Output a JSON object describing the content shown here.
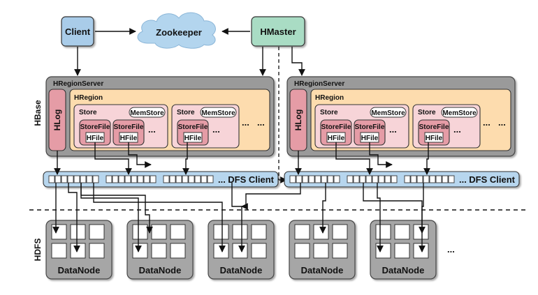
{
  "client": "Client",
  "zookeeper": "Zookeeper",
  "hmaster": "HMaster",
  "hbase": "HBase",
  "hdfs": "HDFS",
  "regionservers": [
    {
      "title": "HRegionServer",
      "hlog": "HLog",
      "region": "HRegion",
      "stores": [
        {
          "store": "Store",
          "memstore": "MemStore",
          "storefiles": [
            {
              "storefile": "StoreFile",
              "hfile": "HFile"
            },
            {
              "storefile": "StoreFile",
              "hfile": "HFile"
            }
          ],
          "more": "..."
        },
        {
          "store": "Store",
          "memstore": "MemStore",
          "storefiles": [
            {
              "storefile": "StoreFile",
              "hfile": "HFile"
            }
          ],
          "more": "..."
        }
      ],
      "more_stores": "...",
      "more_regions": "...",
      "dfs_client": "DFS Client"
    },
    {
      "title": "HRegionServer",
      "hlog": "HLog",
      "region": "HRegion",
      "stores": [
        {
          "store": "Store",
          "memstore": "MemStore",
          "storefiles": [
            {
              "storefile": "StoreFile",
              "hfile": "HFile"
            },
            {
              "storefile": "StoreFile",
              "hfile": "HFile"
            }
          ],
          "more": "..."
        },
        {
          "store": "Store",
          "memstore": "MemStore",
          "storefiles": [
            {
              "storefile": "StoreFile",
              "hfile": "HFile"
            }
          ],
          "more": "..."
        }
      ],
      "more_stores": "...",
      "more_regions": "...",
      "dfs_client": "DFS Client"
    }
  ],
  "datanodes": [
    {
      "label": "DataNode"
    },
    {
      "label": "DataNode"
    },
    {
      "label": "DataNode"
    },
    {
      "label": "DataNode"
    },
    {
      "label": "DataNode"
    }
  ],
  "more_datanodes": "...",
  "colors": {
    "client_fill": "#a9cce9",
    "zookeeper_fill": "#b3d5ee",
    "hmaster_fill": "#a9dcc4",
    "server_fill": "#9a9a9a",
    "region_fill": "#fddcae",
    "store_fill": "#f7d4d8",
    "hlog_fill": "#e59ca6",
    "dfs_fill": "#b7d6ee",
    "datanode_fill": "#a6a6a6"
  }
}
